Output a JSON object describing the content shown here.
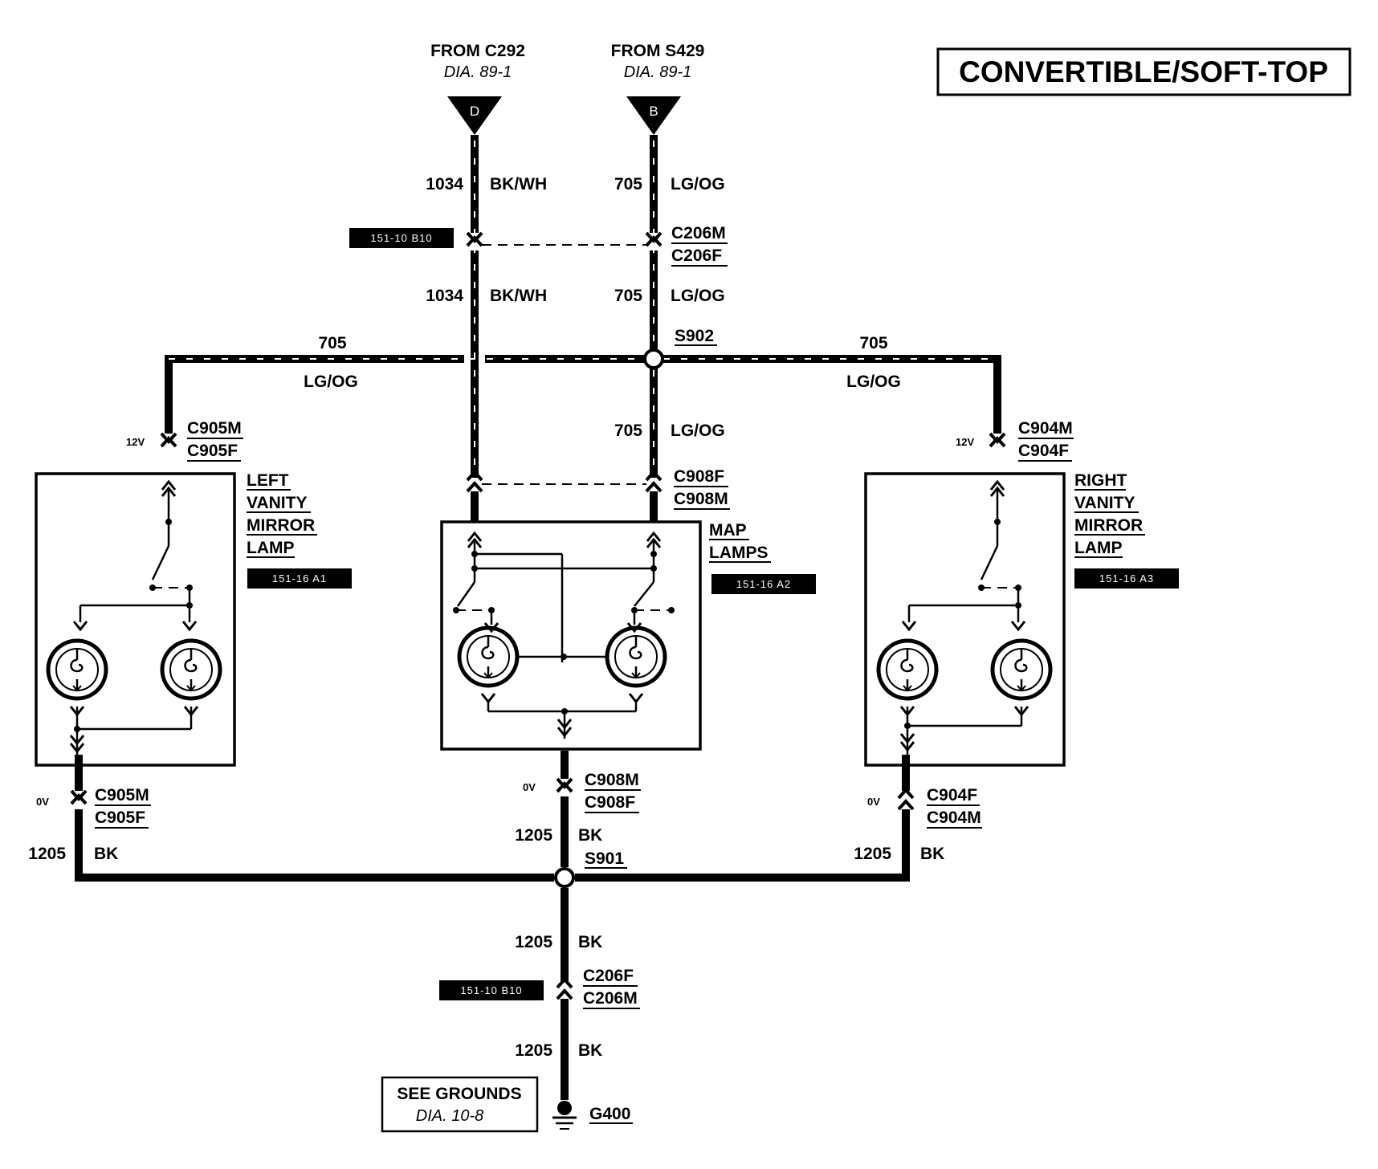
{
  "title": "CONVERTIBLE/SOFT-TOP",
  "sources": {
    "left": {
      "from": "FROM C292",
      "dia": "DIA. 89-1",
      "pin": "D"
    },
    "right": {
      "from": "FROM S429",
      "dia": "DIA. 89-1",
      "pin": "B"
    }
  },
  "circuits": {
    "c1034": "1034",
    "bkwh": "BK/WH",
    "c705": "705",
    "lgog": "LG/OG",
    "c1205": "1205",
    "bk": "BK"
  },
  "connectors": {
    "c206m": "C206M",
    "c206f": "C206F",
    "c905m": "C905M",
    "c905f": "C905F",
    "c904m": "C904M",
    "c904f": "C904F",
    "c908f": "C908F",
    "c908m": "C908M"
  },
  "splices": {
    "s902": "S902",
    "s901": "S901"
  },
  "voltages": {
    "v12": "12V",
    "v0": "0V"
  },
  "refs": {
    "top": "151-10 B10",
    "bottom": "151-10 B10",
    "left": "151-16 A1",
    "map": "151-16 A2",
    "right": "151-16 A3"
  },
  "components": {
    "left": [
      "LEFT",
      "VANITY",
      "MIRROR",
      "LAMP"
    ],
    "map": [
      "MAP",
      "LAMPS"
    ],
    "right": [
      "RIGHT",
      "VANITY",
      "MIRROR",
      "LAMP"
    ]
  },
  "ground": {
    "see": "SEE GROUNDS",
    "dia": "DIA. 10-8",
    "name": "G400"
  }
}
